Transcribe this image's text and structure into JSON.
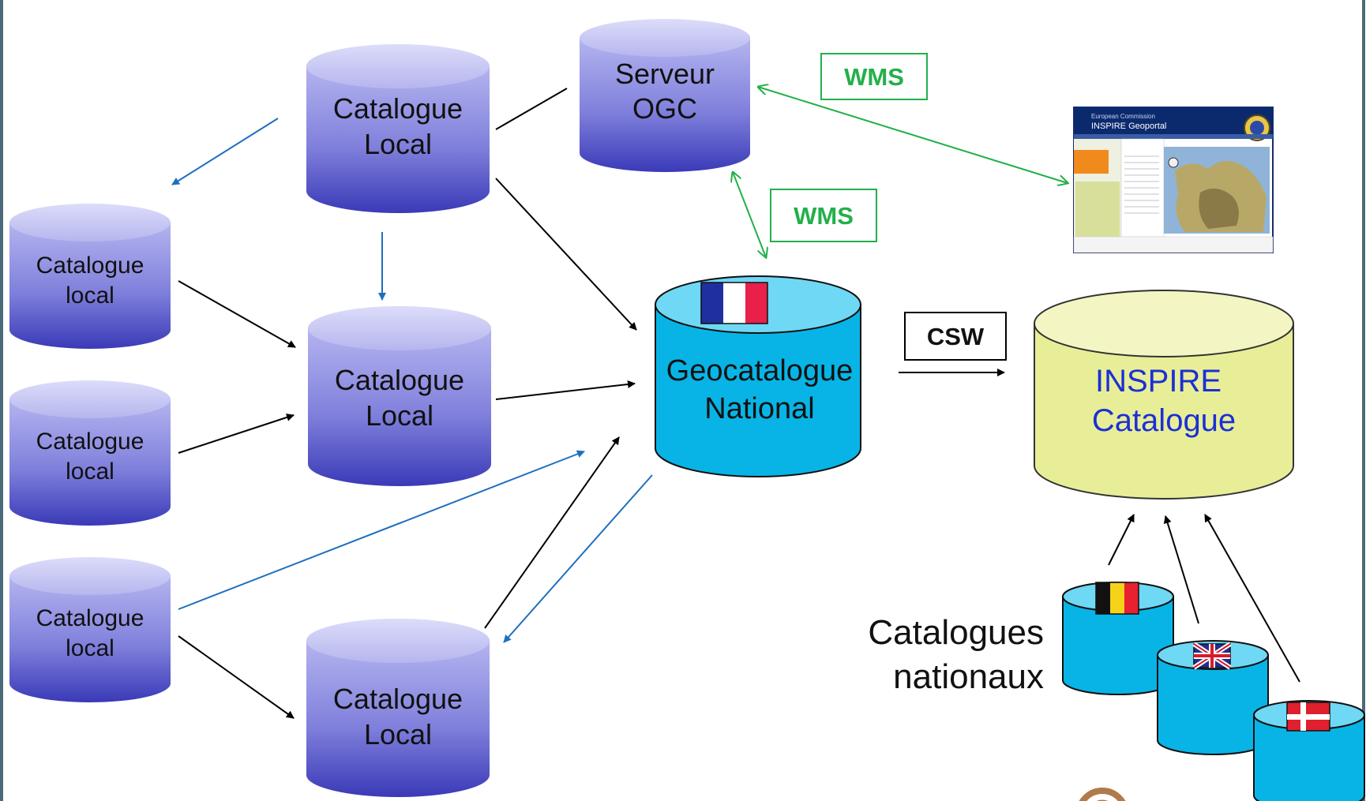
{
  "colors": {
    "local_top": "#c8c8f4",
    "local_body_top": "#a8a8ec",
    "local_body_bottom": "#3e3ebf",
    "national_fill": "#08b4e6",
    "national_top": "#7ddcf6",
    "inspire_fill": "#e9ef9a",
    "inspire_top": "#f3f6c2",
    "edge_black": "#000000",
    "edge_blue": "#1f6fc0",
    "edge_green": "#22b04a",
    "inspire_text": "#1c2fd6"
  },
  "nodes": {
    "catalogue_local_top": [
      "Catalogue",
      "Local"
    ],
    "serveur_ogc": [
      "Serveur",
      "OGC"
    ],
    "catalogue_local_middle": [
      "Catalogue",
      "Local"
    ],
    "catalogue_local_bottom": [
      "Catalogue",
      "Local"
    ],
    "catalogue_local_left_1": [
      "Catalogue",
      "local"
    ],
    "catalogue_local_left_2": [
      "Catalogue",
      "local"
    ],
    "catalogue_local_left_3": [
      "Catalogue",
      "local"
    ],
    "geocatalogue_national": [
      "Geocatalogue",
      "National"
    ],
    "inspire_catalogue": [
      "INSPIRE",
      "Catalogue"
    ]
  },
  "protocols": {
    "wms_top": "WMS",
    "wms_middle": "WMS",
    "csw": "CSW"
  },
  "national_catalogues_label": [
    "Catalogues",
    "nationaux"
  ],
  "flags": {
    "national": "France",
    "others": [
      "Belgium",
      "United Kingdom",
      "Denmark"
    ]
  },
  "portal_screenshot": {
    "title": "INSPIRE Geoportal",
    "subtitle": "European Commission"
  }
}
